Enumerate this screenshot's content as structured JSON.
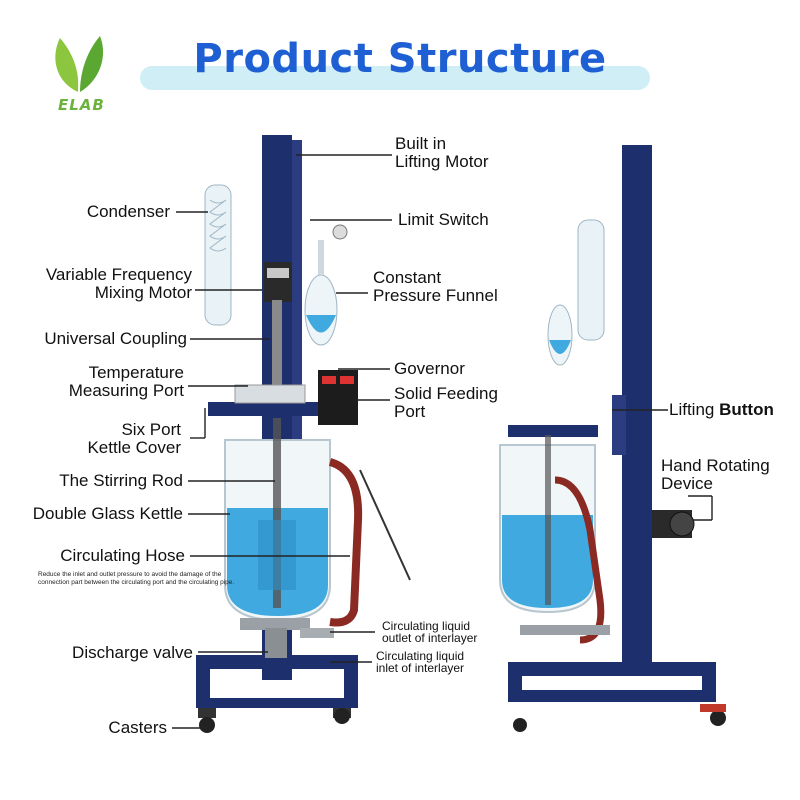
{
  "brand": {
    "name": "ELAB",
    "color": "#6cb33e"
  },
  "title": "Product Structure",
  "colors": {
    "title": "#1f5fd4",
    "frame": "#1e2f6e",
    "liquid": "#3fa9e0"
  },
  "labels": {
    "built_in_lifting_motor": [
      "Built in",
      "Lifting Motor"
    ],
    "condenser": "Condenser",
    "limit_switch": "Limit Switch",
    "variable_frequency_mixing_motor": [
      "Variable Frequency",
      "Mixing Motor"
    ],
    "constant_pressure_funnel": [
      "Constant",
      "Pressure Funnel"
    ],
    "universal_coupling": "Universal Coupling",
    "governor": "Governor",
    "temperature_measuring_port": [
      "Temperature",
      "Measuring Port"
    ],
    "solid_feeding_port": [
      "Solid Feeding",
      "Port"
    ],
    "six_port_kettle_cover": [
      "Six Port",
      "Kettle Cover"
    ],
    "lifting_button": [
      "Lifting ",
      "Button"
    ],
    "the_stirring_rod": "The Stirring Rod",
    "hand_rotating_device": [
      "Hand Rotating",
      "Device"
    ],
    "double_glass_kettle": "Double Glass Kettle",
    "circulating_hose": "Circulating Hose",
    "circulating_hose_note": "Reduce the inlet and outlet pressure to avoid the damage of the connection part between the circulating port and the circulating pipe.",
    "circulating_liquid_outlet": [
      "Circulating liquid",
      "outlet of interlayer"
    ],
    "discharge_valve": "Discharge valve",
    "circulating_liquid_inlet": [
      "Circulating liquid",
      "inlet of interlayer"
    ],
    "casters": "Casters"
  }
}
